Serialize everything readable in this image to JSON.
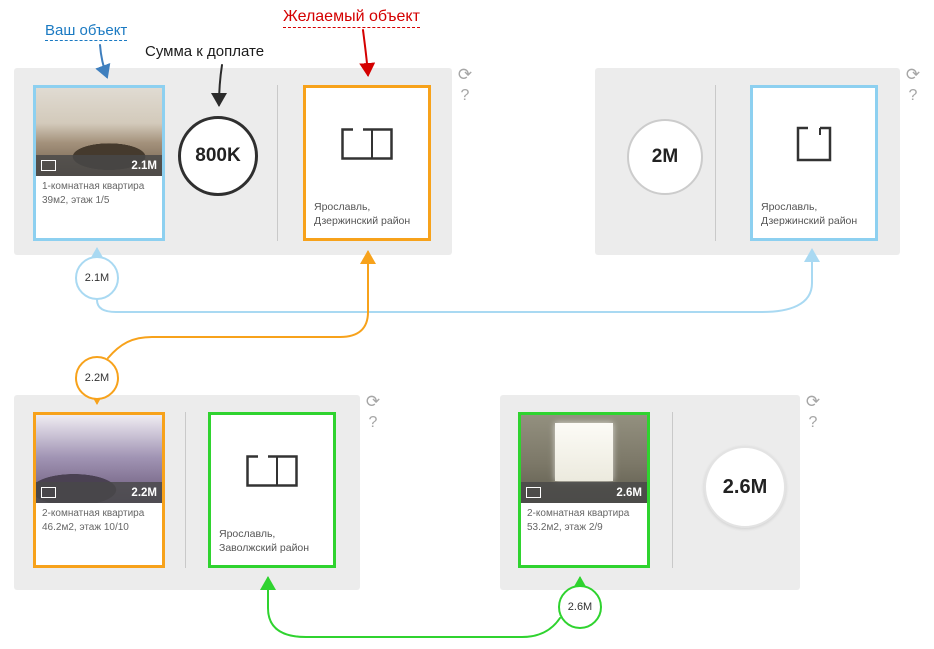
{
  "annotations": {
    "your_object": {
      "label": "Ваш объект"
    },
    "surcharge": {
      "label": "Сумма к доплате"
    },
    "desired_object": {
      "label": "Желаемый объект"
    }
  },
  "panels": {
    "top_left": {
      "photo_card": {
        "badge_price": "2.1M",
        "caption": "1-комнатная квартира 39м2, этаж 1/5"
      },
      "surcharge_circle": "800K",
      "plan_card": {
        "caption": "Ярославль, Дзержинский район"
      }
    },
    "top_right": {
      "price_circle": "2M",
      "plan_card": {
        "caption": "Ярославль, Дзержинский район"
      }
    },
    "bottom_left": {
      "photo_card": {
        "badge_price": "2.2M",
        "caption": "2-комнатная квартира 46.2м2, этаж 10/10"
      },
      "plan_card": {
        "caption": "Ярославль, Заволжский район"
      }
    },
    "bottom_right": {
      "photo_card": {
        "badge_price": "2.6M",
        "caption": "2-комнатная квартира 53.2м2, этаж 2/9"
      },
      "price_circle": "2.6M"
    }
  },
  "connectors": {
    "blue_amount": "2.1M",
    "orange_amount": "2.2M",
    "green_amount": "2.6M"
  },
  "icons": {
    "refresh": "⟳",
    "help": "?"
  },
  "colors": {
    "your_object_label": "#1b7ac2",
    "desired_object_label": "#d40000",
    "blue_card_border": "#8dd0f0",
    "orange_card_border": "#f7a21b",
    "green_card_border": "#2fd32f",
    "blue_connector": "#a9d9f2",
    "panel_background": "#ececec"
  }
}
